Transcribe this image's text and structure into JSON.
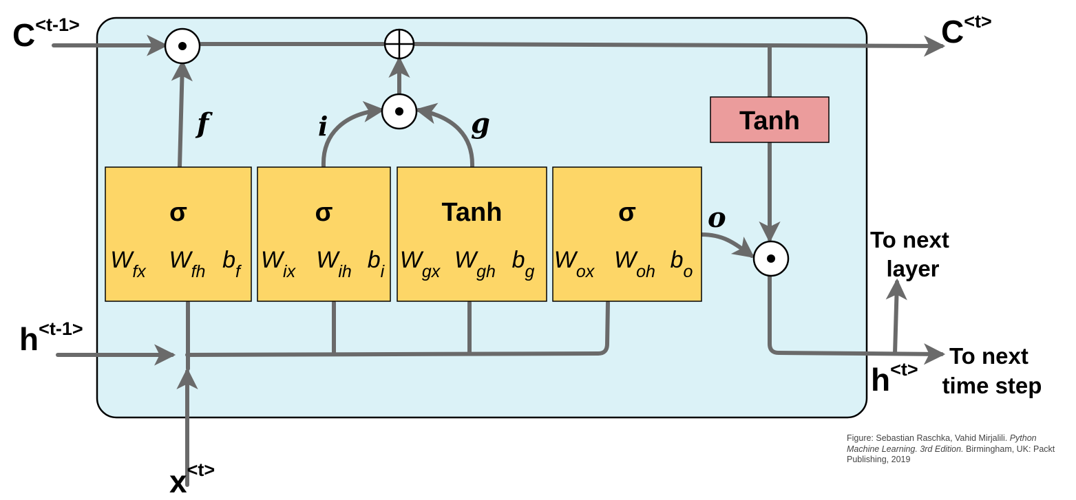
{
  "colors": {
    "cell_fill": "#dbf2f7",
    "gate_fill": "#fdd667",
    "tanh_out_fill": "#eb9c9c",
    "line": "#6a6a6a",
    "outline": "#000000"
  },
  "inputs": {
    "c_prev": {
      "base": "C",
      "sup": "<t-1>"
    },
    "h_prev": {
      "base": "h",
      "sup": "<t-1>"
    },
    "x_t": {
      "base": "x",
      "sup": "<t>"
    }
  },
  "outputs": {
    "c_t": {
      "base": "C",
      "sup": "<t>"
    },
    "h_t": {
      "base": "h",
      "sup": "<t>"
    },
    "next_layer": [
      "To next",
      "layer"
    ],
    "next_time_step": [
      "To next",
      "time step"
    ]
  },
  "signals": {
    "f": "f",
    "i": "i",
    "g": "g",
    "o": "o"
  },
  "gates": [
    {
      "fn": "σ",
      "params": [
        {
          "w": "W",
          "sub": "fx"
        },
        {
          "w": "W",
          "sub": "fh"
        },
        {
          "w": "b",
          "sub": "f"
        }
      ]
    },
    {
      "fn": "σ",
      "params": [
        {
          "w": "W",
          "sub": "ix"
        },
        {
          "w": "W",
          "sub": "ih"
        },
        {
          "w": "b",
          "sub": "i"
        }
      ]
    },
    {
      "fn": "Tanh",
      "params": [
        {
          "w": "W",
          "sub": "gx"
        },
        {
          "w": "W",
          "sub": "gh"
        },
        {
          "w": "b",
          "sub": "g"
        }
      ]
    },
    {
      "fn": "σ",
      "params": [
        {
          "w": "W",
          "sub": "ox"
        },
        {
          "w": "W",
          "sub": "oh"
        },
        {
          "w": "b",
          "sub": "o"
        }
      ]
    }
  ],
  "tanh_output": "Tanh",
  "credit": {
    "prefix": "Figure: Sebastian Raschka, Vahid Mirjalili.",
    "title": "Python Machine Learning. 3rd Edition.",
    "suffix": "Birmingham, UK: Packt Publishing, 2019"
  }
}
